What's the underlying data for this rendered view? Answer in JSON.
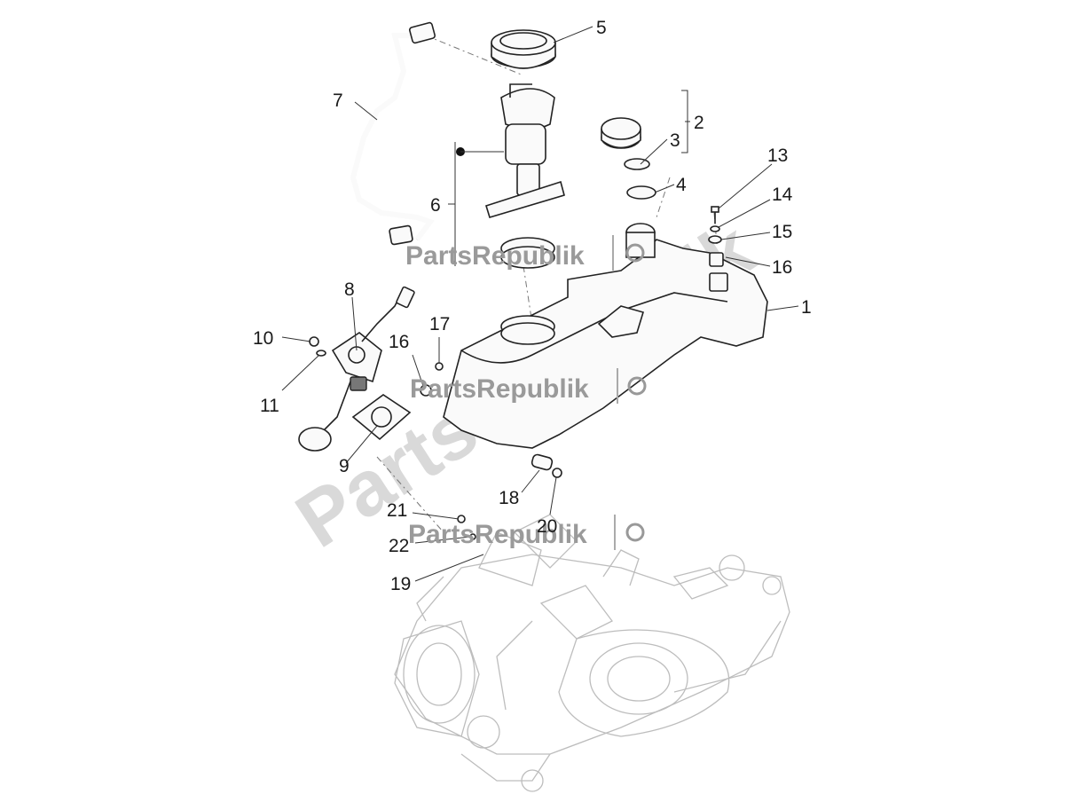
{
  "watermark": {
    "brand": "PartsRepublik",
    "large_text": "PartsRepublik"
  },
  "callouts": [
    {
      "id": "1",
      "label": "1"
    },
    {
      "id": "2",
      "label": "2"
    },
    {
      "id": "3",
      "label": "3"
    },
    {
      "id": "4",
      "label": "4"
    },
    {
      "id": "5",
      "label": "5"
    },
    {
      "id": "6",
      "label": "6"
    },
    {
      "id": "7",
      "label": "7"
    },
    {
      "id": "8",
      "label": "8"
    },
    {
      "id": "9",
      "label": "9"
    },
    {
      "id": "10",
      "label": "10"
    },
    {
      "id": "11",
      "label": "11"
    },
    {
      "id": "13",
      "label": "13"
    },
    {
      "id": "14",
      "label": "14"
    },
    {
      "id": "15",
      "label": "15"
    },
    {
      "id": "16a",
      "label": "16"
    },
    {
      "id": "16b",
      "label": "16"
    },
    {
      "id": "17",
      "label": "17"
    },
    {
      "id": "18",
      "label": "18"
    },
    {
      "id": "19",
      "label": "19"
    },
    {
      "id": "20",
      "label": "20"
    },
    {
      "id": "21",
      "label": "21"
    },
    {
      "id": "22",
      "label": "22"
    }
  ]
}
